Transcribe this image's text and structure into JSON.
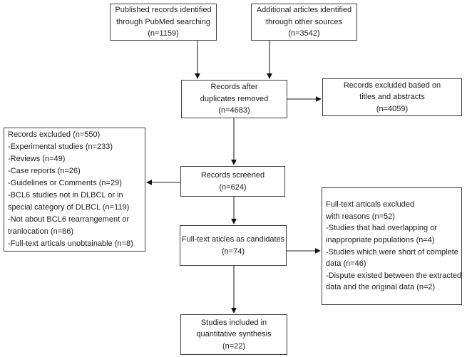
{
  "colors": {
    "background": "#ffffff",
    "border": "#3f3f3f",
    "arrow": "#4a4a4a",
    "arrowhead": "#111111",
    "text": "#1c1c1c"
  },
  "boxes": {
    "published": {
      "lines": [
        "Published records identified",
        "through PubMed searching",
        "(n=1159)"
      ]
    },
    "additional": {
      "lines": [
        "Additional articles identified",
        "through other sources",
        "(n=3542)"
      ]
    },
    "duplicates_removed": {
      "lines": [
        "Records after",
        "duplicates removed",
        "(n=4683)"
      ]
    },
    "excluded_titles": {
      "lines": [
        "Records excluded based on",
        "titles and abstracts",
        "(n=4059)"
      ]
    },
    "records_excluded": {
      "lines": [
        "Records excluded (n=550)",
        "-Experimental studies (n=233)",
        "-Reviews (n=49)",
        "-Case reports (n=26)",
        "-Guidelines or Comments (n=29)",
        "-BCL6 studies not in DLBCL or in",
        "special category of DLBCL (n=119)",
        "-Not about BCL6 rearrangement or",
        "tranlocation (n=86)",
        "-Full-text articals unobtainable (n=8)"
      ]
    },
    "screened": {
      "lines": [
        "Records screened",
        "(n=624)"
      ]
    },
    "candidates": {
      "lines": [
        "Full-text aticles as candidates",
        "(n=74)"
      ]
    },
    "fulltext_excluded": {
      "lines": [
        "Full-text articals excluded",
        "with reasons (n=52)",
        "-Studies that had overlapping or",
        "inappropriate populations (n=4)",
        "-Studies which were short of complete",
        "data (n=46)",
        "-Dispute existed between the extracted",
        "data and the original data (n=2)"
      ]
    },
    "included": {
      "lines": [
        "Studies included in",
        "quantitative synthesis",
        "(n=22)"
      ]
    }
  }
}
